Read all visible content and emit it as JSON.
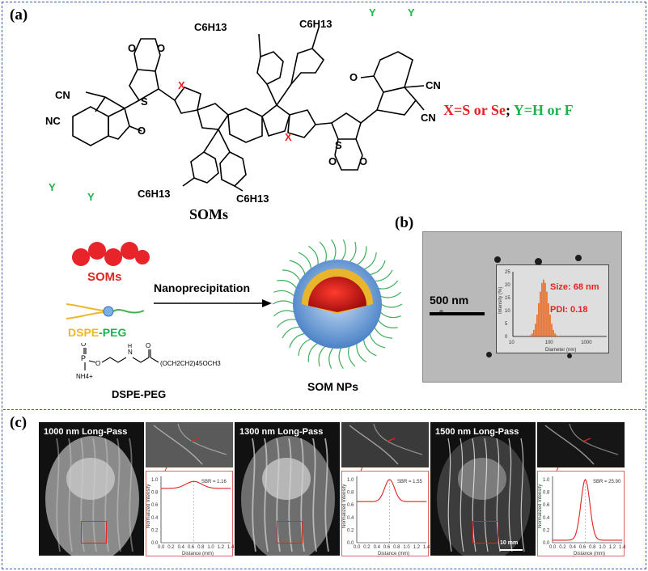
{
  "panels": {
    "a": "(a)",
    "b": "(b)",
    "c": "(c)"
  },
  "molecule": {
    "caption": "SOMs",
    "substituent_alkyl": "C6H13",
    "atoms": {
      "x": "X",
      "y": "Y",
      "s": "S",
      "o": "O",
      "cn": "CN",
      "nc": "NC"
    },
    "legend": {
      "x_part": "X=S or Se",
      "sep": "; ",
      "y_part": "Y=H or F"
    }
  },
  "assembly": {
    "soms_label": "SOMs",
    "dspe_label_1": "DSPE",
    "dspe_label_2": "-PEG",
    "arrow_label": "Nanoprecipitation",
    "product_label": "SOM NPs",
    "structure_caption": "DSPE-PEG",
    "structure_text": {
      "p": "P",
      "o_minus": "O",
      "o_double": "O",
      "n": "N",
      "h": "H",
      "chain": "(OCH2CH2)45OCH3",
      "counter": "NH4+"
    }
  },
  "tem": {
    "scale_label": "500 nm",
    "inset": {
      "size_label": "Size: 68 nm",
      "pdi_label": "PDI: 0.18",
      "ylabel": "Intensity (%)",
      "xlabel": "Diameter (nm)",
      "yticks": [
        "0",
        "5",
        "10",
        "15",
        "20",
        "25"
      ],
      "xticks": [
        "10",
        "100",
        "1000"
      ]
    }
  },
  "imaging": {
    "panels": [
      {
        "label": "1000 nm Long-Pass",
        "sbr": "SBR = 1.16",
        "peak": 0.97,
        "base": 0.86,
        "width": 0.16
      },
      {
        "label": "1300 nm Long-Pass",
        "sbr": "SBR = 1.55",
        "peak": 1.0,
        "base": 0.65,
        "width": 0.1
      },
      {
        "label": "1500 nm Long-Pass",
        "sbr": "SBR = 25.90",
        "peak": 1.0,
        "base": 0.04,
        "width": 0.09
      }
    ],
    "plot_xlabel": "Distance (mm)",
    "plot_ylabel": "Normalized Intensity",
    "plot_xticks": [
      "0.0",
      "0.2",
      "0.4",
      "0.6",
      "0.8",
      "1.0",
      "1.2",
      "1.4"
    ],
    "plot_yticks": [
      "0.0",
      "0.2",
      "0.4",
      "0.6",
      "0.8",
      "1.0"
    ],
    "scale_bar": "10 mm"
  }
}
